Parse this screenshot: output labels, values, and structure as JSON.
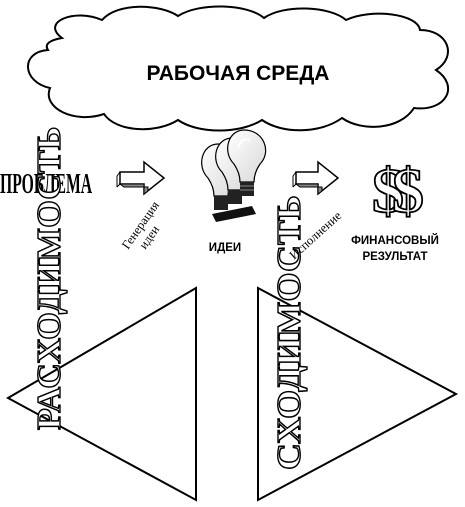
{
  "cloud": {
    "title": "РАБОЧАЯ СРЕДА"
  },
  "flow": {
    "problem": "ПРОБЛЕМА",
    "arrow1_label_line1": "Генерация",
    "arrow1_label_line2": "идеи",
    "ideas": "ИДЕИ",
    "arrow2_label": "Исполнение",
    "result_line1": "ФИНАНСОВЫЙ",
    "result_line2": "РЕЗУЛЬТАТ"
  },
  "triangles": {
    "left_word": "РАСХОДИМОСТЬ",
    "right_word": "СХОДИМОСТЬ"
  },
  "icons": [
    "cloud-shape",
    "block-arrow-icon",
    "lightbulb-icon",
    "dollar-sign-icon"
  ]
}
